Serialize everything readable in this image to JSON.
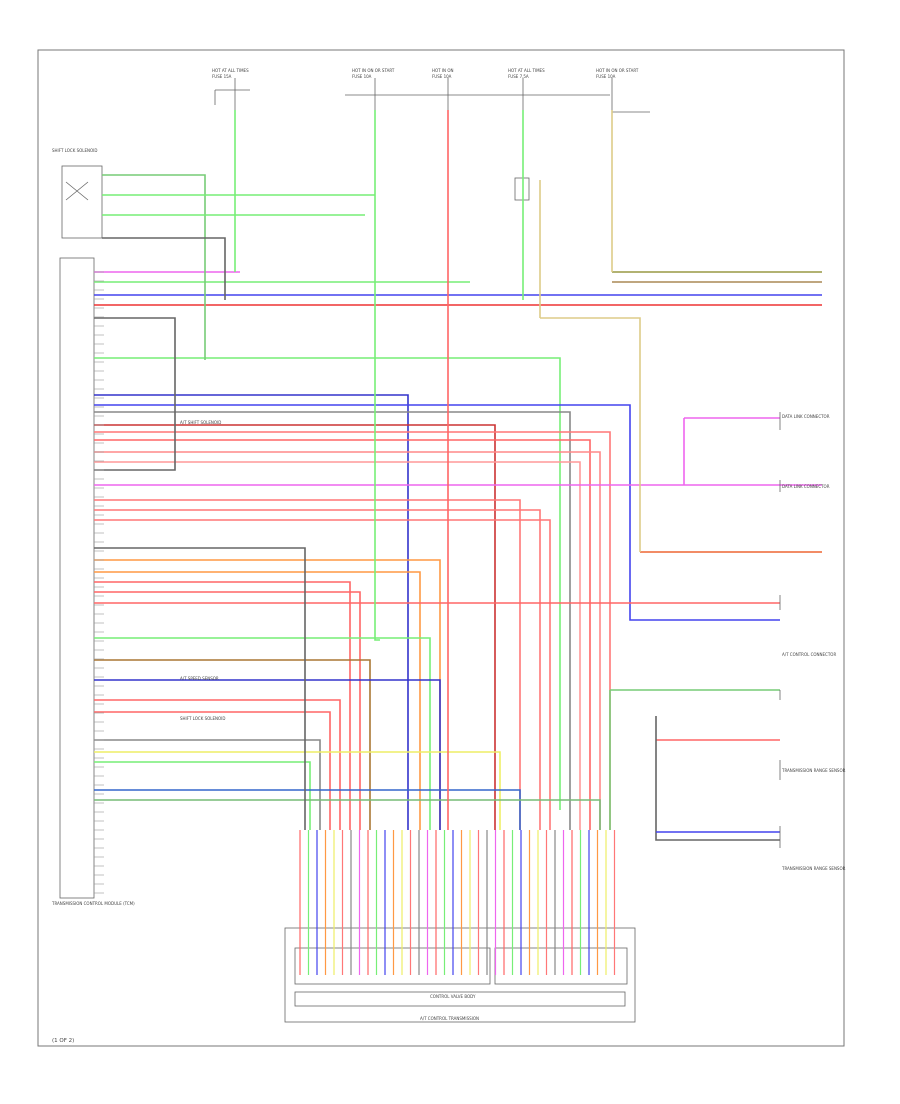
{
  "diagram": {
    "page_code": "(1 OF 2)",
    "unit_title": "TRANSMISSION CONTROL MODULE (TCM)",
    "valve_body_label": "CONTROL VALVE BODY",
    "transmission_label": "A/T CONTROL TRANSMISSION",
    "fuses": [
      {
        "name": "HOT AT ALL TIMES",
        "fuse": "FUSE 15A"
      },
      {
        "name": "HOT IN ON OR START",
        "fuse": "FUSE 10A"
      },
      {
        "name": "HOT IN ON",
        "fuse": "FUSE 10A"
      },
      {
        "name": "HOT AT ALL TIMES",
        "fuse": "FUSE 7.5A"
      },
      {
        "name": "HOT IN ON OR START",
        "fuse": "FUSE 10A"
      }
    ],
    "right_labels": [
      {
        "text": "DATA LINK CONNECTOR"
      },
      {
        "text": "DATA LINK CONNECTOR"
      },
      {
        "text": "A/T CONTROL CONNECTOR"
      },
      {
        "text": "TRANSMISSION RANGE SENSOR"
      },
      {
        "text": "TRANSMISSION RANGE SENSOR"
      }
    ],
    "left_box_label": "SHIFT LOCK SOLENOID",
    "sub_labels": [
      {
        "text": "A/T SPEED SENSOR"
      },
      {
        "text": "SHIFT LOCK SOLENOID"
      },
      {
        "text": "A/T SHIFT SOLENOID"
      }
    ]
  }
}
